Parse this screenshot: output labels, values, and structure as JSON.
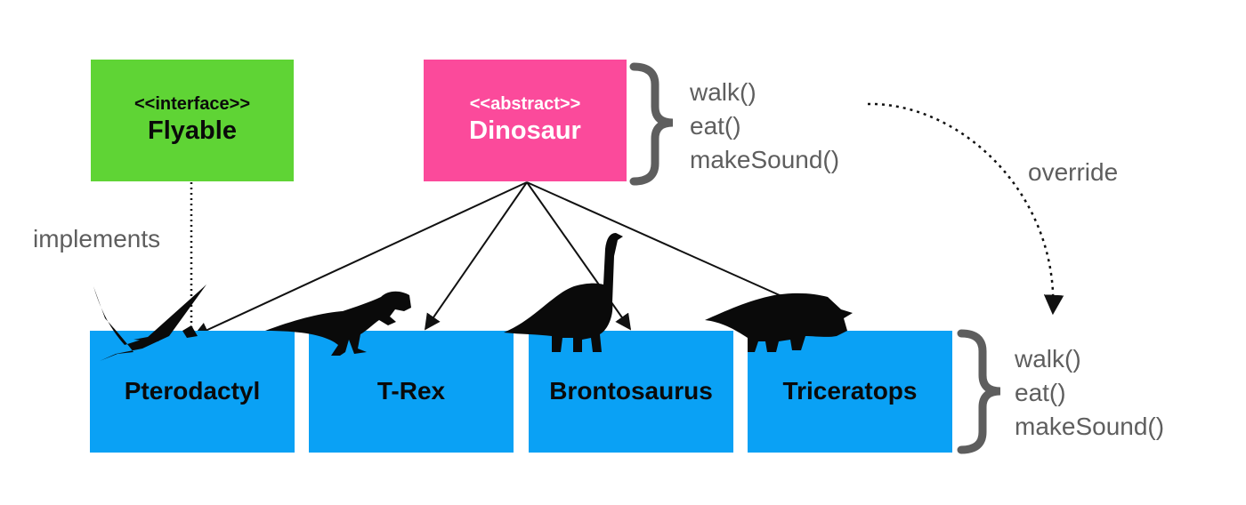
{
  "flyable": {
    "stereotype": "<<interface>>",
    "name": "Flyable"
  },
  "dinosaur": {
    "stereotype": "<<abstract>>",
    "name": "Dinosaur"
  },
  "children": [
    {
      "name": "Pterodactyl"
    },
    {
      "name": "T-Rex"
    },
    {
      "name": "Brontosaurus"
    },
    {
      "name": "Triceratops"
    }
  ],
  "labels": {
    "implements": "implements",
    "override": "override"
  },
  "methods_top": [
    "walk()",
    "eat()",
    "makeSound()"
  ],
  "methods_bottom": [
    "walk()",
    "eat()",
    "makeSound()"
  ],
  "colors": {
    "interface": "#5fd435",
    "abstract": "#fb4a9b",
    "concrete": "#0aa1f5",
    "text_gray": "#5e5e5e"
  },
  "icons": [
    "pterodactyl-icon",
    "t-rex-icon",
    "brontosaurus-icon",
    "triceratops-icon"
  ]
}
